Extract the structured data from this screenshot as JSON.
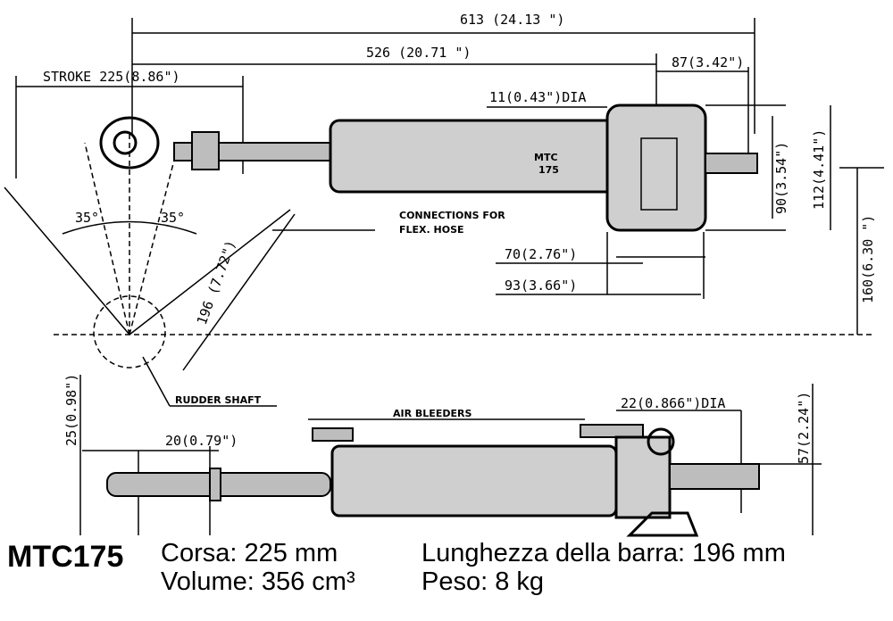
{
  "top_view": {
    "dim_overall": "613 (24.13 \")",
    "dim_526": "526 (20.71 \")",
    "dim_stroke": "STROKE 225(8.86\")",
    "dim_87": "87(3.42\")",
    "dim_hole": "11(0.43\")DIA",
    "body_label_1": "MTC",
    "body_label_2": "175",
    "connections_1": "CONNECTIONS FOR",
    "connections_2": "FLEX. HOSE",
    "dim_70": "70(2.76\")",
    "dim_93": "93(3.66\")",
    "dim_90": "90(3.54\")",
    "dim_112": "112(4.41\")",
    "dim_160": "160(6.30 \")",
    "angle_left": "35°",
    "angle_right": "35°",
    "dim_tiller": "196 (7.72\")",
    "rudder_shaft": "RUDDER SHAFT"
  },
  "side_view": {
    "dim_25": "25(0.98\")",
    "dim_20": "20(0.79\")",
    "air_bleeders": "AIR BLEEDERS",
    "dim_22": "22(0.866\")DIA",
    "dim_57": "57(2.24\")"
  },
  "caption": {
    "model": "MTC175",
    "stroke": "Corsa: 225 mm",
    "volume": "Volume: 356 cm³",
    "tiller_length": "Lunghezza della barra: 196 mm",
    "weight": "Peso: 8 kg"
  }
}
